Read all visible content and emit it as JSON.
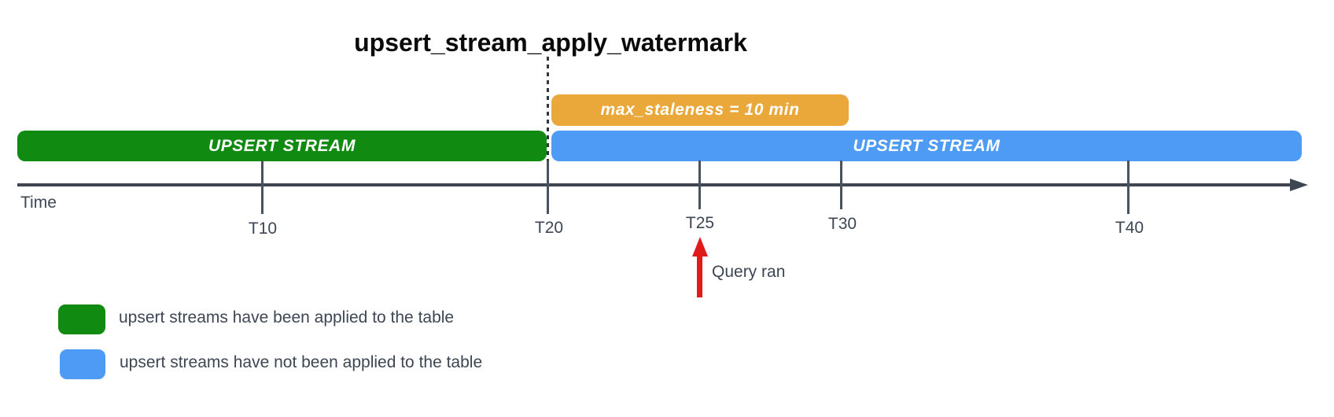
{
  "title": "upsert_stream_apply_watermark",
  "bars": {
    "staleness": {
      "label": "max_staleness = 10 min",
      "color": "#EAA83B"
    },
    "applied": {
      "label": "UPSERT STREAM",
      "color": "#108A10"
    },
    "not_applied": {
      "label": "UPSERT STREAM",
      "color": "#4D9BF5"
    }
  },
  "timeline": {
    "axis_label": "Time",
    "ticks": [
      {
        "label": "T10"
      },
      {
        "label": "T20"
      },
      {
        "label": "T25"
      },
      {
        "label": "T30"
      },
      {
        "label": "T40"
      }
    ]
  },
  "annotation": {
    "label": "Query ran",
    "arrow_color": "#E01B1B"
  },
  "legend": {
    "items": [
      {
        "swatch_color": "#108A10",
        "label": "upsert streams have been applied to the table"
      },
      {
        "swatch_color": "#4D9BF5",
        "label": "upsert streams have not been applied to the table"
      }
    ]
  },
  "colors": {
    "green": "#108A10",
    "blue": "#4D9BF5",
    "orange": "#EAA83B",
    "red": "#E01B1B",
    "axis": "#3E4651",
    "tick": "#4A5260",
    "text": "#3D4653",
    "dashed_line": "#30363F",
    "title_text": "#0A0A0A",
    "background": "#FFFFFF"
  }
}
